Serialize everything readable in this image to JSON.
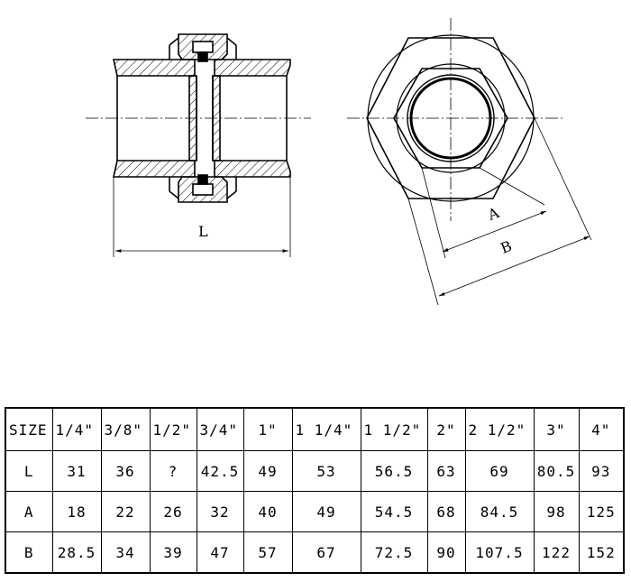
{
  "drawing": {
    "dim_L": "L",
    "dim_A": "A",
    "dim_B": "B"
  },
  "table": {
    "header": [
      "SIZE",
      "1/4\"",
      "3/8\"",
      "1/2\"",
      "3/4\"",
      "1\"",
      "1 1/4\"",
      "1 1/2\"",
      "2\"",
      "2 1/2\"",
      "3\"",
      "4\""
    ],
    "rows": [
      {
        "label": "L",
        "values": [
          "31",
          "36",
          "?",
          "42.5",
          "49",
          "53",
          "56.5",
          "63",
          "69",
          "80.5",
          "93"
        ]
      },
      {
        "label": "A",
        "values": [
          "18",
          "22",
          "26",
          "32",
          "40",
          "49",
          "54.5",
          "68",
          "84.5",
          "98",
          "125"
        ]
      },
      {
        "label": "B",
        "values": [
          "28.5",
          "34",
          "39",
          "47",
          "57",
          "67",
          "72.5",
          "90",
          "107.5",
          "122",
          "152"
        ]
      }
    ]
  }
}
